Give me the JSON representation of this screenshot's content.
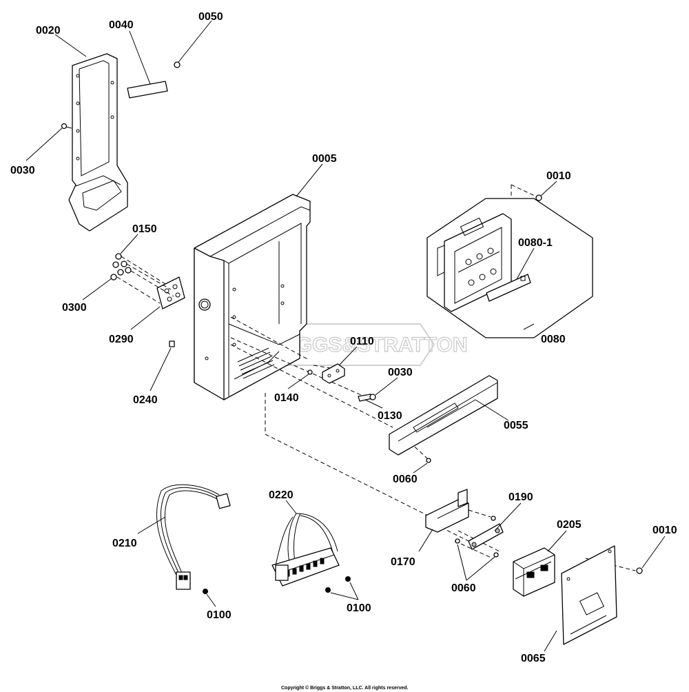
{
  "diagram": {
    "watermark": "BRIGGS&STRATTON",
    "copyright": "Copyright © Briggs & Stratton, LLC. All rights reserved.",
    "callouts": {
      "c0020": "0020",
      "c0040": "0040",
      "c0050": "0050",
      "c0030a": "0030",
      "c0005": "0005",
      "c0010a": "0010",
      "c0150": "0150",
      "c0080_1": "0080-1",
      "c0300": "0300",
      "c0080": "0080",
      "c0290": "0290",
      "c0110": "0110",
      "c0030b": "0030",
      "c0240": "0240",
      "c0140": "0140",
      "c0130": "0130",
      "c0055": "0055",
      "c0060a": "0060",
      "c0220": "0220",
      "c0190": "0190",
      "c0205": "0205",
      "c0010b": "0010",
      "c0210": "0210",
      "c0170": "0170",
      "c0060b": "0060",
      "c0100a": "0100",
      "c0100b": "0100",
      "c0065": "0065"
    }
  }
}
